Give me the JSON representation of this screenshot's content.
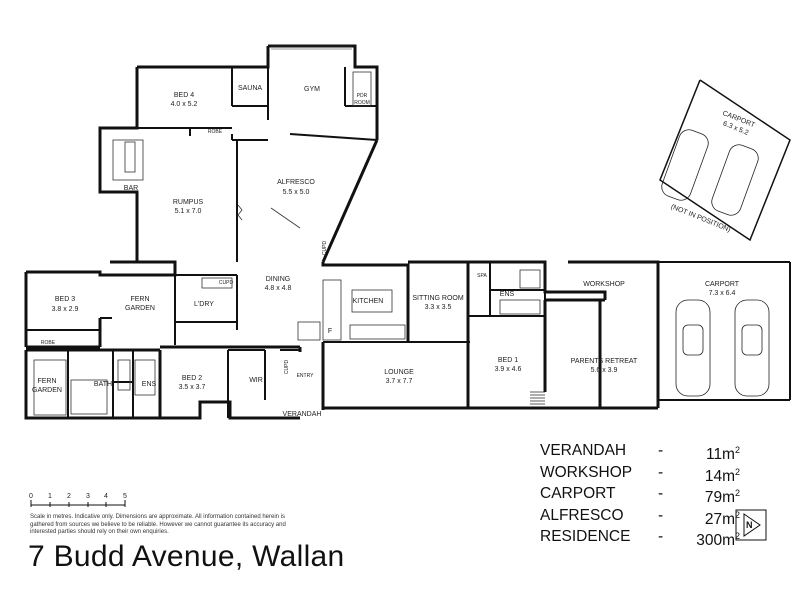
{
  "rooms": {
    "bed4": {
      "name": "BED 4",
      "size": "4.0 x 5.2"
    },
    "sauna": "SAUNA",
    "gym": "GYM",
    "pdr_line1": "PDR",
    "pdr_line2": "ROOM",
    "robe_top": "ROBE",
    "bar": "BAR",
    "rumpus": {
      "name": "RUMPUS",
      "size": "5.1 x 7.0"
    },
    "alfresco": {
      "name": "ALFRESCO",
      "size": "5.5 x 5.0"
    },
    "cupd_alfresco": "CUPD",
    "bed3": {
      "name": "BED 3",
      "size": "3.8 x 2.9"
    },
    "fern_garden_centre_line1": "FERN",
    "fern_garden_centre_line2": "GARDEN",
    "cupd_ldry": "CUPD",
    "ldry": "L'DRY",
    "dining": {
      "name": "DINING",
      "size": "4.8 x 4.8"
    },
    "kitchen": "KITCHEN",
    "fridge": "F",
    "sitting_room": {
      "name": "SITTING ROOM",
      "size": "3.3 x 3.5"
    },
    "spa": "SPA",
    "ens_bed1": "ENS",
    "workshop": "WORKSHOP",
    "robe_bed3": "ROBE",
    "fern_garden_left_line1": "FERN",
    "fern_garden_left_line2": "GARDEN",
    "bath": "BATH",
    "ens_bed2": "ENS",
    "bed2": {
      "name": "BED 2",
      "size": "3.5 x 3.7"
    },
    "wir": "WIR",
    "cupd_entry": "CUPD",
    "entry": "ENTRY",
    "lounge": {
      "name": "LOUNGE",
      "size": "3.7 x 7.7"
    },
    "bed1": {
      "name": "BED 1",
      "size": "3.9 x 4.6"
    },
    "parents_retreat": {
      "name": "PARENTS RETREAT",
      "size": "5.6 x 3.9"
    },
    "verandah": "VERANDAH",
    "carport_main": {
      "name": "CARPORT",
      "size": "7.3 x 6.4"
    },
    "carport_detached": {
      "name": "CARPORT",
      "size": "6.3 x 5.2",
      "note": "(NOT IN POSITION)"
    }
  },
  "areas": [
    {
      "label": "VERANDAH",
      "dash": "-",
      "value": "11m",
      "unit": "2"
    },
    {
      "label": "WORKSHOP",
      "dash": "-",
      "value": "14m",
      "unit": "2"
    },
    {
      "label": "CARPORT",
      "dash": "-",
      "value": "79m",
      "unit": "2"
    },
    {
      "label": "ALFRESCO",
      "dash": "-",
      "value": "27m",
      "unit": "2"
    },
    {
      "label": "RESIDENCE",
      "dash": "-",
      "value": "300m",
      "unit": "2"
    }
  ],
  "scale": {
    "ticks": [
      "0",
      "1",
      "2",
      "3",
      "4",
      "5"
    ]
  },
  "north_arrow": "N",
  "disclaimer": "Scale in metres. Indicative only. Dimensions are approximate. All information contained herein is gathered from sources we believe to be reliable. However we cannot guarantee its accuracy and interested parties should rely on their own enquiries.",
  "address": "7 Budd Avenue, Wallan",
  "colors": {
    "wall": "#111111",
    "background": "#ffffff"
  }
}
